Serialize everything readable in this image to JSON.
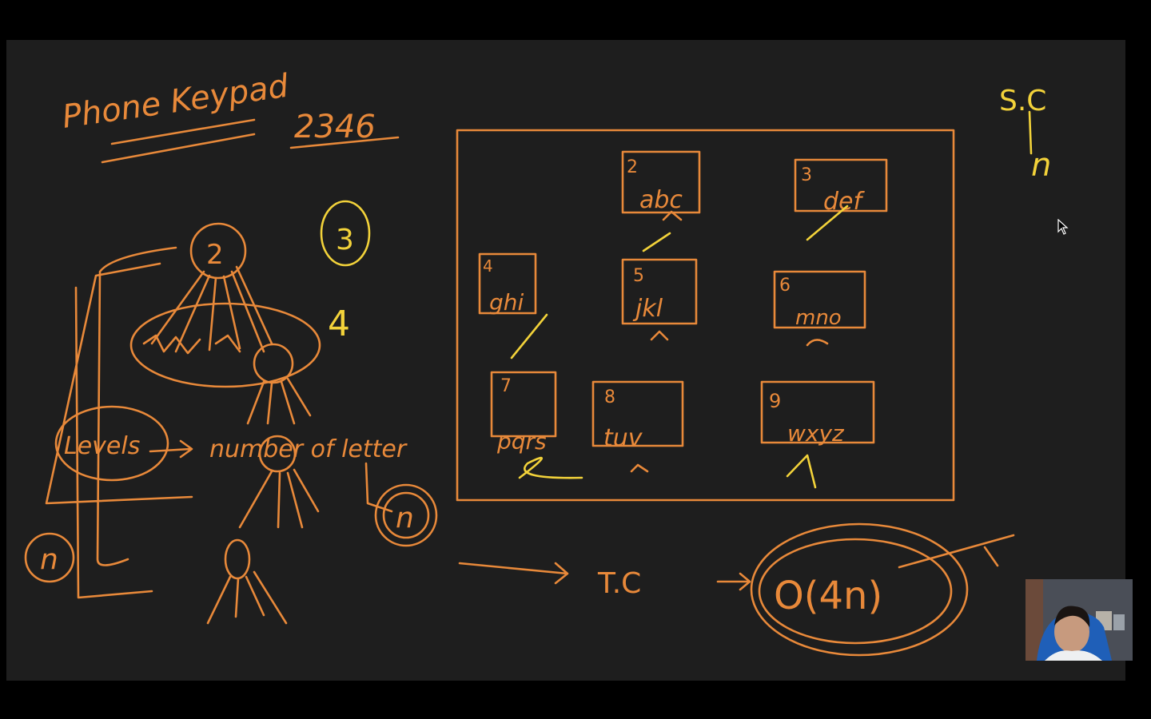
{
  "board": {
    "title": "Phone Keypad",
    "input_digits": "2346",
    "space_complexity_label": "S.C",
    "space_complexity_value": "n",
    "time_complexity_label": "T.C",
    "time_complexity_value": "O(4n)",
    "tree_root": "2",
    "count_three": "3",
    "count_four": "4",
    "levels_label": "Levels",
    "number_of_letter": "number of letter",
    "n_circle": "n"
  },
  "keypad": [
    {
      "digit": "2",
      "letters": "abc"
    },
    {
      "digit": "3",
      "letters": "def"
    },
    {
      "digit": "4",
      "letters": "ghi"
    },
    {
      "digit": "5",
      "letters": "jkl"
    },
    {
      "digit": "6",
      "letters": "mno"
    },
    {
      "digit": "7",
      "letters": "pqrs"
    },
    {
      "digit": "8",
      "letters": "tuv"
    },
    {
      "digit": "9",
      "letters": "wxyz"
    }
  ],
  "colors": {
    "ink_orange": "#e8893a",
    "ink_yellow": "#f2d23a",
    "board_bg": "#1e1e1e"
  }
}
